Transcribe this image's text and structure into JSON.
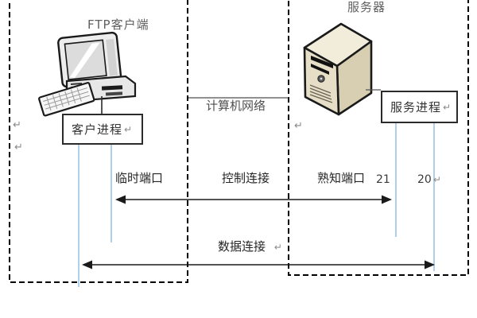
{
  "diagram": {
    "client_title": "FTP客户端",
    "client_process": "客户进程",
    "server_title": "服务器",
    "server_process": "服务进程",
    "network": "计算机网络",
    "ports": {
      "ephemeral": "临时端口",
      "wellknown": "熟知端口",
      "p21": "21",
      "p20": "20"
    },
    "links": {
      "control": "控制连接",
      "data": "数据连接"
    },
    "marks": {
      "ret": "↵"
    },
    "colors": {
      "port_line": "#9DC3E6",
      "arrow": "#1a1a1a",
      "dashed_border": "#000000",
      "server_top": "#F2ECDA",
      "server_front": "#E6DEC6",
      "server_side": "#D8CFB2",
      "computer_body": "#ededed"
    }
  }
}
